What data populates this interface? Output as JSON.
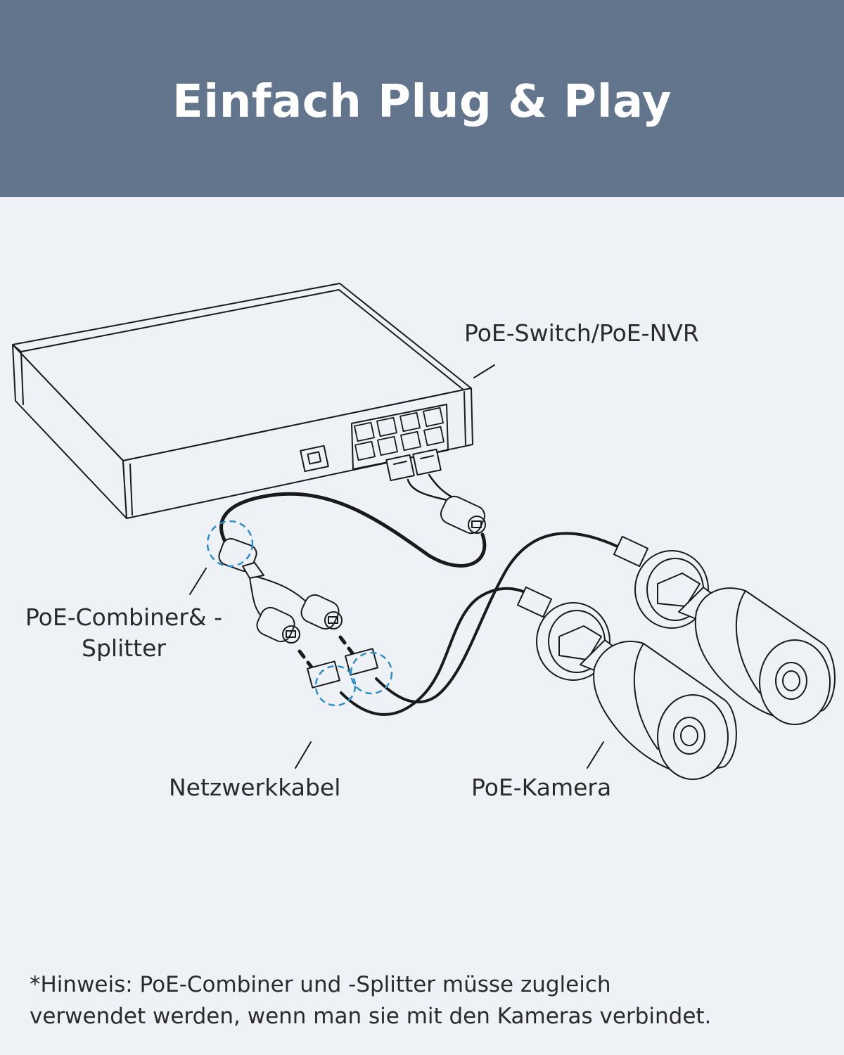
{
  "header": {
    "title": "Einfach Plug & Play"
  },
  "labels": {
    "switch": "PoE-Switch/PoE-NVR",
    "combiner_line1": "PoE-Combiner& -",
    "combiner_line2": "Splitter",
    "cable": "Netzwerkkabel",
    "camera": "PoE-Kamera"
  },
  "note": {
    "line1": "*Hinweis: PoE-Combiner und -Splitter müsse zugleich",
    "line2": "verwendet werden, wenn man sie mit den Kameras verbindet."
  },
  "colors": {
    "header_bg": "#63748d",
    "header_text": "#ffffff",
    "background": "#eef2f7",
    "highlight_circle": "#2f8fc4",
    "line_art": "#1a1a1a"
  },
  "icons": [
    "poe-switch-icon",
    "poe-combiner-icon",
    "poe-splitter-icon",
    "network-cable-icon",
    "bullet-camera-icon"
  ]
}
